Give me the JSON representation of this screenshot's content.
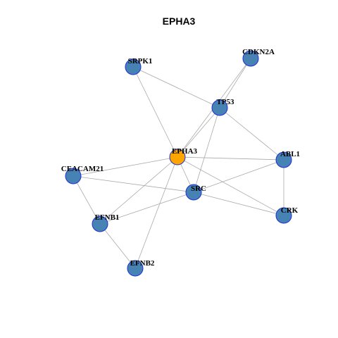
{
  "title": "EPHA3",
  "colors": {
    "background": "#ffffff",
    "node_fill": "#4682b4",
    "center_fill": "#ffa500",
    "node_stroke": "#1f2fd6",
    "edge": "#aaaaaa",
    "text": "#000000"
  },
  "network": {
    "center": "EPHA3",
    "nodes": [
      "EPHA3",
      "SRPK1",
      "CDKN2A",
      "TP53",
      "ABL1",
      "CEACAM21",
      "SRC",
      "CRK",
      "EFNB1",
      "EFNB2"
    ],
    "edges": [
      [
        "EPHA3",
        "SRPK1"
      ],
      [
        "EPHA3",
        "CDKN2A"
      ],
      [
        "EPHA3",
        "TP53"
      ],
      [
        "EPHA3",
        "ABL1"
      ],
      [
        "EPHA3",
        "CEACAM21"
      ],
      [
        "EPHA3",
        "SRC"
      ],
      [
        "EPHA3",
        "CRK"
      ],
      [
        "EPHA3",
        "EFNB1"
      ],
      [
        "EPHA3",
        "EFNB2"
      ],
      [
        "SRPK1",
        "TP53"
      ],
      [
        "CDKN2A",
        "TP53"
      ],
      [
        "TP53",
        "ABL1"
      ],
      [
        "TP53",
        "SRC"
      ],
      [
        "ABL1",
        "CRK"
      ],
      [
        "ABL1",
        "SRC"
      ],
      [
        "CEACAM21",
        "SRC"
      ],
      [
        "CEACAM21",
        "EFNB1"
      ],
      [
        "SRC",
        "CRK"
      ],
      [
        "SRC",
        "EFNB1"
      ],
      [
        "EFNB1",
        "EFNB2"
      ]
    ]
  }
}
